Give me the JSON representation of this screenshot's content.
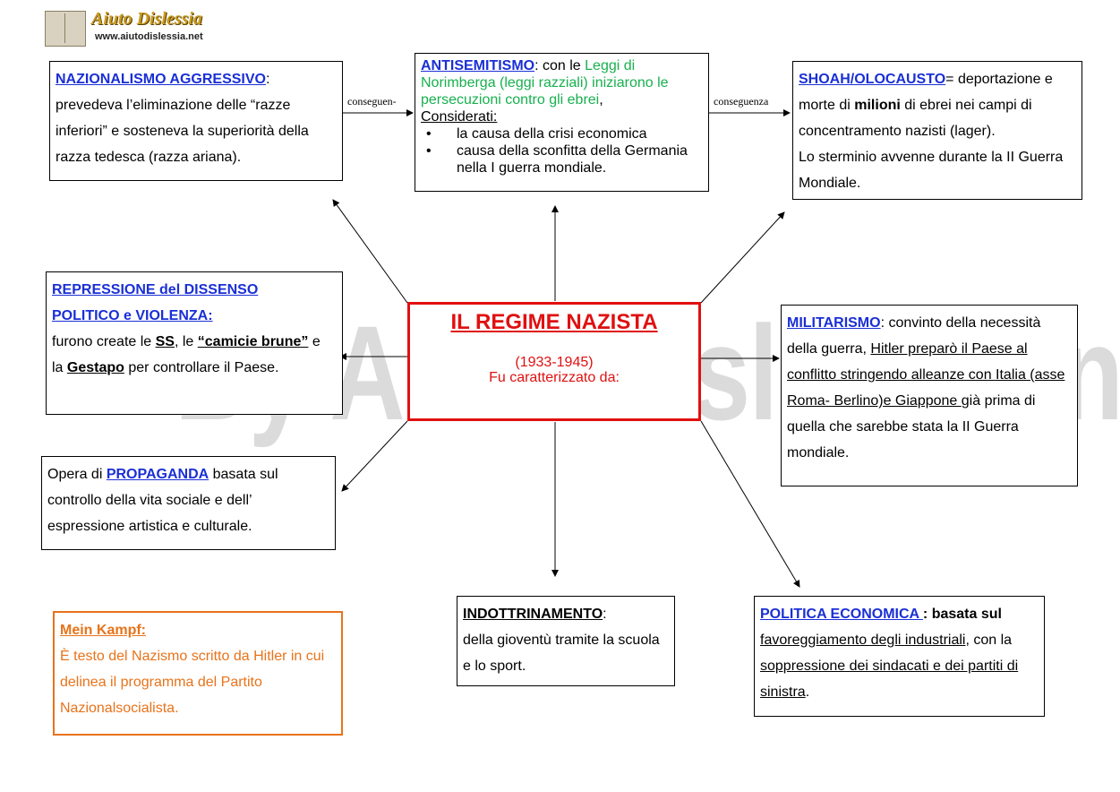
{
  "logo": {
    "brand": "Aiuto Dislessia",
    "site": "www.aiutodislessia.net"
  },
  "watermark": "By AiutoDislessia.net",
  "center": {
    "title": "IL REGIME NAZISTA",
    "period": "(1933-1945)",
    "subtitle": "Fu caratterizzato da:"
  },
  "labels": {
    "left_arrow": "conseguen-",
    "right_arrow": "conseguenza"
  },
  "nazionalismo": {
    "heading": "NAZIONALISMO AGGRESSIVO",
    "after_heading": ":",
    "text": "prevedeva l’eliminazione delle “razze inferiori” e sosteneva la superiorità della razza tedesca (razza ariana)."
  },
  "antisemitismo": {
    "heading": "ANTISEMITISMO",
    "t1": ": con le ",
    "green": "Leggi di Norimberga (leggi razziali) iniziarono le persecuzioni contro gli ebrei",
    "t2": ",",
    "considerati": "Considerati:",
    "bullets": [
      "la causa della crisi economica",
      "causa della sconfitta della Germania nella I guerra mondiale."
    ]
  },
  "shoah": {
    "heading": "SHOAH/OLOCAUSTO",
    "t1": "= deportazione e morte di ",
    "bold": "milioni",
    "t2": " di ebrei nei campi di concentramento nazisti (lager).",
    "t3": "Lo sterminio avvenne durante la II Guerra Mondiale."
  },
  "repressione": {
    "heading1": "REPRESSIONE del DISSENSO",
    "heading2": "POLITICO e VIOLENZA:",
    "t1": "furono create le ",
    "ss": "SS",
    "t2": ", le ",
    "camicie": "“camicie brune”",
    "t3": " e la ",
    "gestapo": "Gestapo",
    "t4": " per controllare il Paese."
  },
  "militarismo": {
    "heading": "MILITARISMO",
    "t1": ": convinto della necessità della guerra, ",
    "u1": "Hitler preparò il Paese al conflitto stringendo alleanze con Italia (asse Roma- Berlino)e Giappone ",
    "t2": "già prima di quella che sarebbe stata la II Guerra mondiale."
  },
  "propaganda": {
    "t1": "Opera di ",
    "heading": "PROPAGANDA",
    "t2": " basata sul controllo della vita sociale e dell’ espressione artistica e culturale."
  },
  "indottrinamento": {
    "heading": "INDOTTRINAMENTO",
    "t1": ":",
    "text": "della gioventù tramite la scuola e lo sport."
  },
  "politica": {
    "heading": "POLITICA ECONOMICA ",
    "t1": ": basata sul ",
    "u1": "favoreggiamento degli industriali",
    "t2": ", con la ",
    "u2": "soppressione dei sindacati e dei partiti di sinistra",
    "t3": "."
  },
  "meinkampf": {
    "heading": "Mein Kampf:",
    "text": "È testo del Nazismo scritto da Hitler in cui delinea il programma del Partito Nazionalsocialista."
  }
}
